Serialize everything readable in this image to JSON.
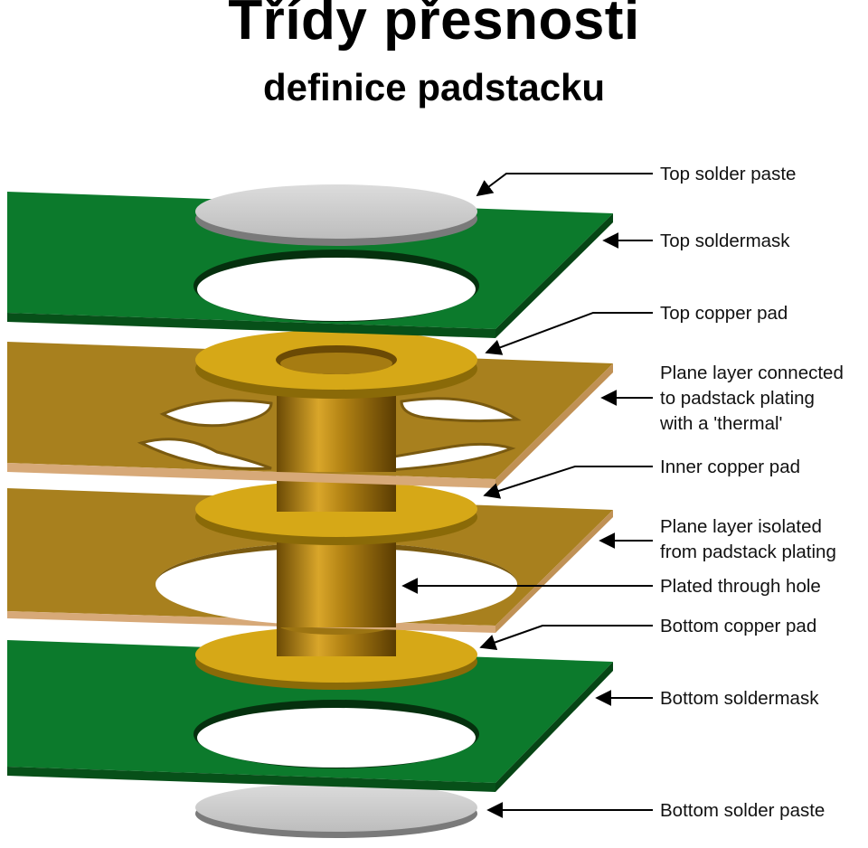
{
  "title": "Třídy přesnosti",
  "subtitle": "definice padstacku",
  "labels": {
    "top_solder_paste": "Top solder paste",
    "top_soldermask": "Top soldermask",
    "top_copper_pad": "Top copper pad",
    "plane_thermal_1": "Plane layer connected",
    "plane_thermal_2": "to padstack plating",
    "plane_thermal_3": "with a 'thermal'",
    "inner_copper_pad": "Inner copper pad",
    "plane_isolated_1": "Plane layer isolated",
    "plane_isolated_2": "from padstack plating",
    "plated_through_hole": "Plated through hole",
    "bottom_copper_pad": "Bottom copper pad",
    "bottom_soldermask": "Bottom soldermask",
    "bottom_solder_paste": "Bottom solder paste"
  },
  "colors": {
    "soldermask": "#0c7a2c",
    "plane": "#a8801e",
    "copper": "#d6a817",
    "paste": "#d0d0d0"
  }
}
